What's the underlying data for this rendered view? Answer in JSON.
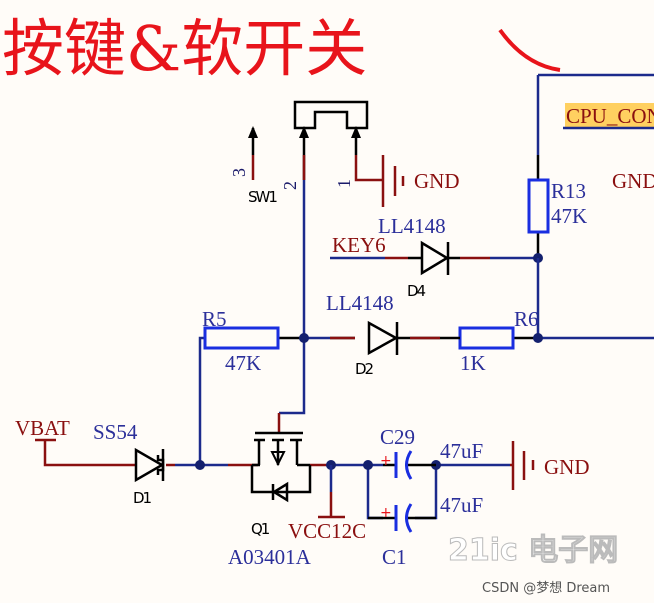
{
  "title": "按键&软开关",
  "net_labels": {
    "cpu": "CPU_CON",
    "key6": "KEY6",
    "vbat": "VBAT",
    "vcc12c": "VCC12C",
    "gnd": "GND"
  },
  "switch": {
    "designator": "SW1",
    "pins": [
      "3",
      "2",
      "1"
    ]
  },
  "components": {
    "r13": {
      "designator": "R13",
      "value": "47K"
    },
    "r5": {
      "designator": "R5",
      "value": "47K"
    },
    "r6": {
      "designator": "R6",
      "value": "1K"
    },
    "d4": {
      "designator": "D4",
      "value": "LL4148"
    },
    "d2": {
      "designator": "D2",
      "value": "LL4148"
    },
    "d1": {
      "designator": "D1",
      "value": "SS54"
    },
    "q1": {
      "designator": "Q1",
      "value": "A03401A"
    },
    "c29": {
      "designator": "C29",
      "value": "47uF"
    },
    "c1": {
      "designator": "C1",
      "value": "47uF"
    }
  },
  "watermark": {
    "site": "21ic 电子网",
    "credit": "CSDN @梦想 Dream"
  },
  "colors": {
    "title": "#e8141b",
    "wire": "#1c2a8c",
    "net": "#8a0f0f",
    "part": "#1a2ee0",
    "highlight": "#ffd060"
  }
}
